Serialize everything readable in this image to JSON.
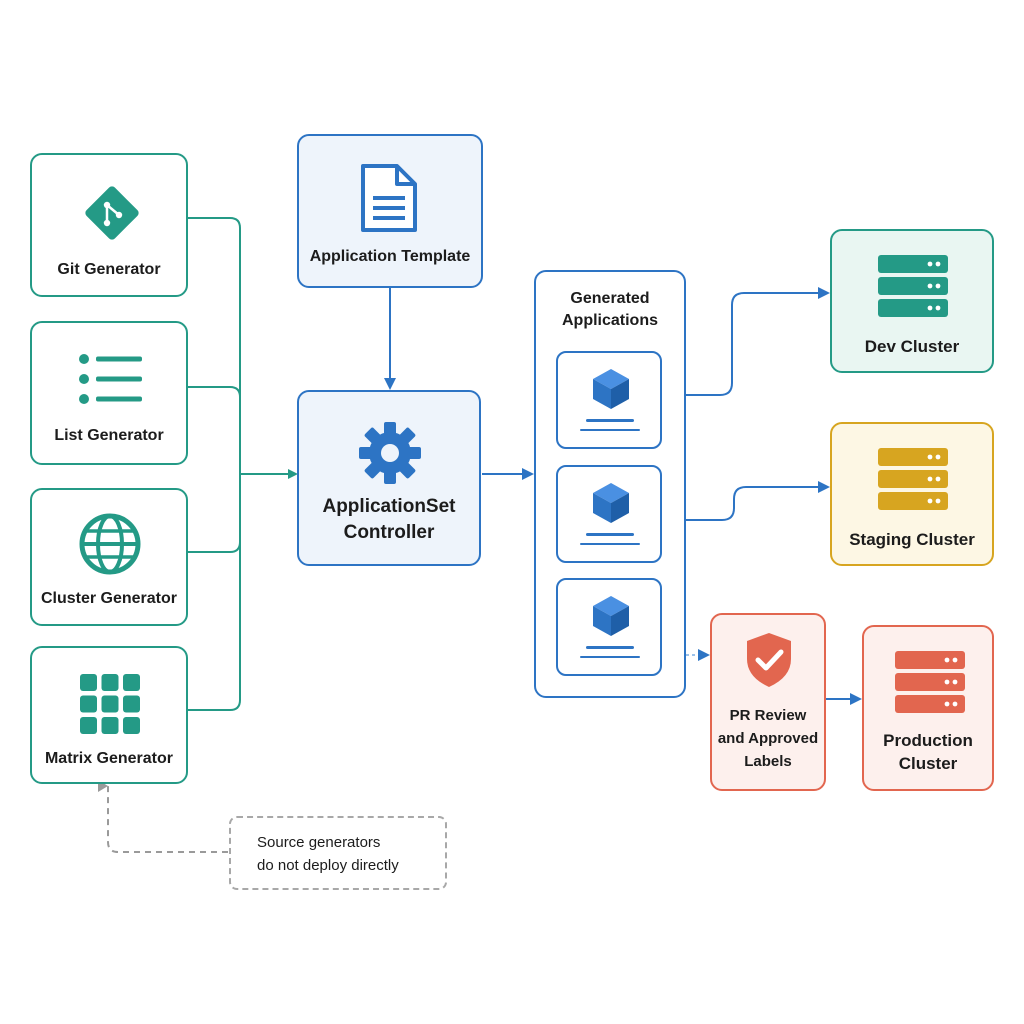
{
  "generators": [
    {
      "label": "Git Generator",
      "icon": "git-icon"
    },
    {
      "label": "List Generator",
      "icon": "list-icon"
    },
    {
      "label": "Cluster Generator",
      "icon": "globe-icon"
    },
    {
      "label": "Matrix Generator",
      "icon": "grid-icon"
    }
  ],
  "template": {
    "label": "Application Template",
    "icon": "document-icon"
  },
  "controller": {
    "label_line1": "ApplicationSet",
    "label_line2": "Controller",
    "icon": "gear-icon"
  },
  "generated": {
    "title_line1": "Generated",
    "title_line2": "Applications",
    "app_icon": "cube-icon",
    "count": 3
  },
  "clusters": {
    "dev": {
      "label": "Dev Cluster",
      "color": "#249a86",
      "bg": "#e9f6f2",
      "icon": "server-icon"
    },
    "staging": {
      "label": "Staging Cluster",
      "color": "#d7a520",
      "bg": "#fdf7e4",
      "icon": "server-icon"
    },
    "production": {
      "label_line1": "Production",
      "label_line2": "Cluster",
      "color": "#e2664f",
      "bg": "#fdf0ed",
      "icon": "server-icon"
    }
  },
  "review": {
    "label_line1": "PR Review",
    "label_line2": "and Approved",
    "label_line3": "Labels",
    "icon": "shield-check-icon"
  },
  "note": {
    "line1": "Source generators",
    "line2": "do not deploy directly"
  },
  "colors": {
    "teal": "#249a86",
    "blue": "#2d74c4",
    "gold": "#d7a520",
    "red": "#e2664f",
    "gray": "#9a9a9a"
  }
}
